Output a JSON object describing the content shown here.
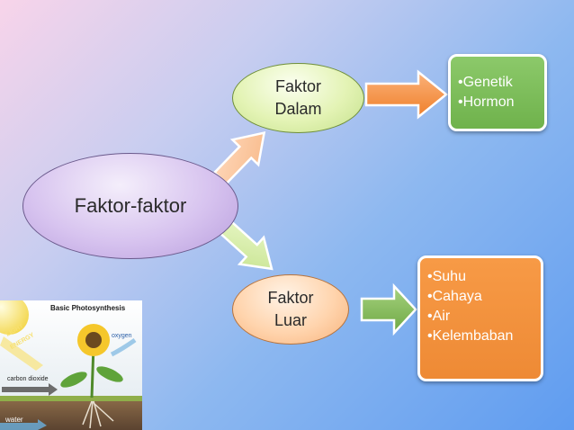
{
  "central": {
    "label": "Faktor-faktor"
  },
  "nodes": {
    "dalam": {
      "line1": "Faktor",
      "line2": "Dalam"
    },
    "luar": {
      "line1": "Faktor",
      "line2": "Luar"
    }
  },
  "boxes": {
    "genetik": [
      "•Genetik",
      "•Hormon"
    ],
    "luar": [
      "•Suhu",
      "•Cahaya",
      "•Air",
      "•Kelembaban"
    ]
  },
  "photo": {
    "title": "Basic Photosynthesis",
    "labels": {
      "light": "LIGHT",
      "energy": "ENERGY",
      "oxygen": "oxygen",
      "carbon": "carbon dioxide",
      "water": "water"
    }
  },
  "colors": {
    "box_green": "#6fb24c",
    "box_orange": "#ee8a35",
    "arrow_orange": "#f08a3a",
    "arrow_green": "#7fb552"
  }
}
